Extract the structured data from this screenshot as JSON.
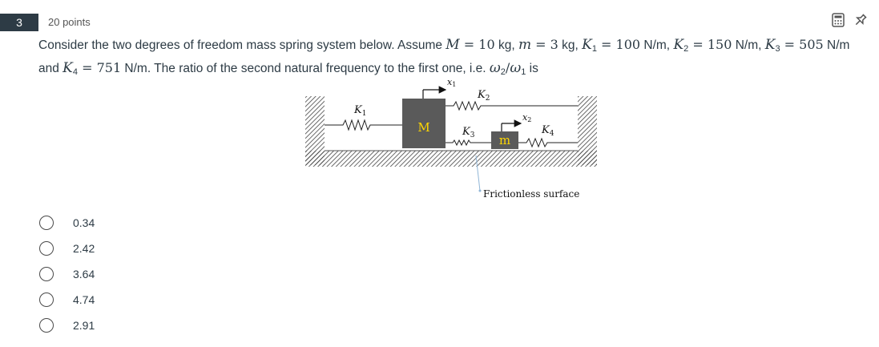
{
  "question": {
    "number": "3",
    "points": "20 points",
    "text": {
      "intro": "Consider the two degrees of freedom mass spring system below. Assume ",
      "M_sym": "M",
      "M_eq": " = 10",
      "kg1": " kg, ",
      "m_sym": "m",
      "m_eq": " = 3",
      "kg2": " kg, ",
      "K": "K",
      "one": "1",
      "k1_eq": " = 100",
      "nm1": " N/m, ",
      "two": "2",
      "k2_eq": " = 150",
      "nm2": " N/m, ",
      "three": "3",
      "k3_eq": " = 505",
      "nm3": " N/m and ",
      "four": "4",
      "k4_eq": " = 751",
      "nm4": " N/m. The ratio of the second natural frequency to the first one, i.e. ",
      "omega": "ω",
      "slash": "/",
      "is": " is"
    }
  },
  "figure": {
    "labels": {
      "x1": "x",
      "x1_sub": "1",
      "x2": "x",
      "x2_sub": "2",
      "k1": "K",
      "k1_sub": "1",
      "k2": "K",
      "k2_sub": "2",
      "k3": "K",
      "k3_sub": "3",
      "k4": "K",
      "k4_sub": "4",
      "mass_M": "M",
      "mass_m": "m",
      "surface": "Frictionless surface"
    },
    "colors": {
      "mass_fill": "#5a5a5a",
      "mass_label": "#ffd700",
      "arrow_line": "#8fb5d6"
    }
  },
  "answers": [
    "0.34",
    "2.42",
    "3.64",
    "4.74",
    "2.91"
  ],
  "tools": [
    "calculator-icon",
    "pin-icon"
  ]
}
